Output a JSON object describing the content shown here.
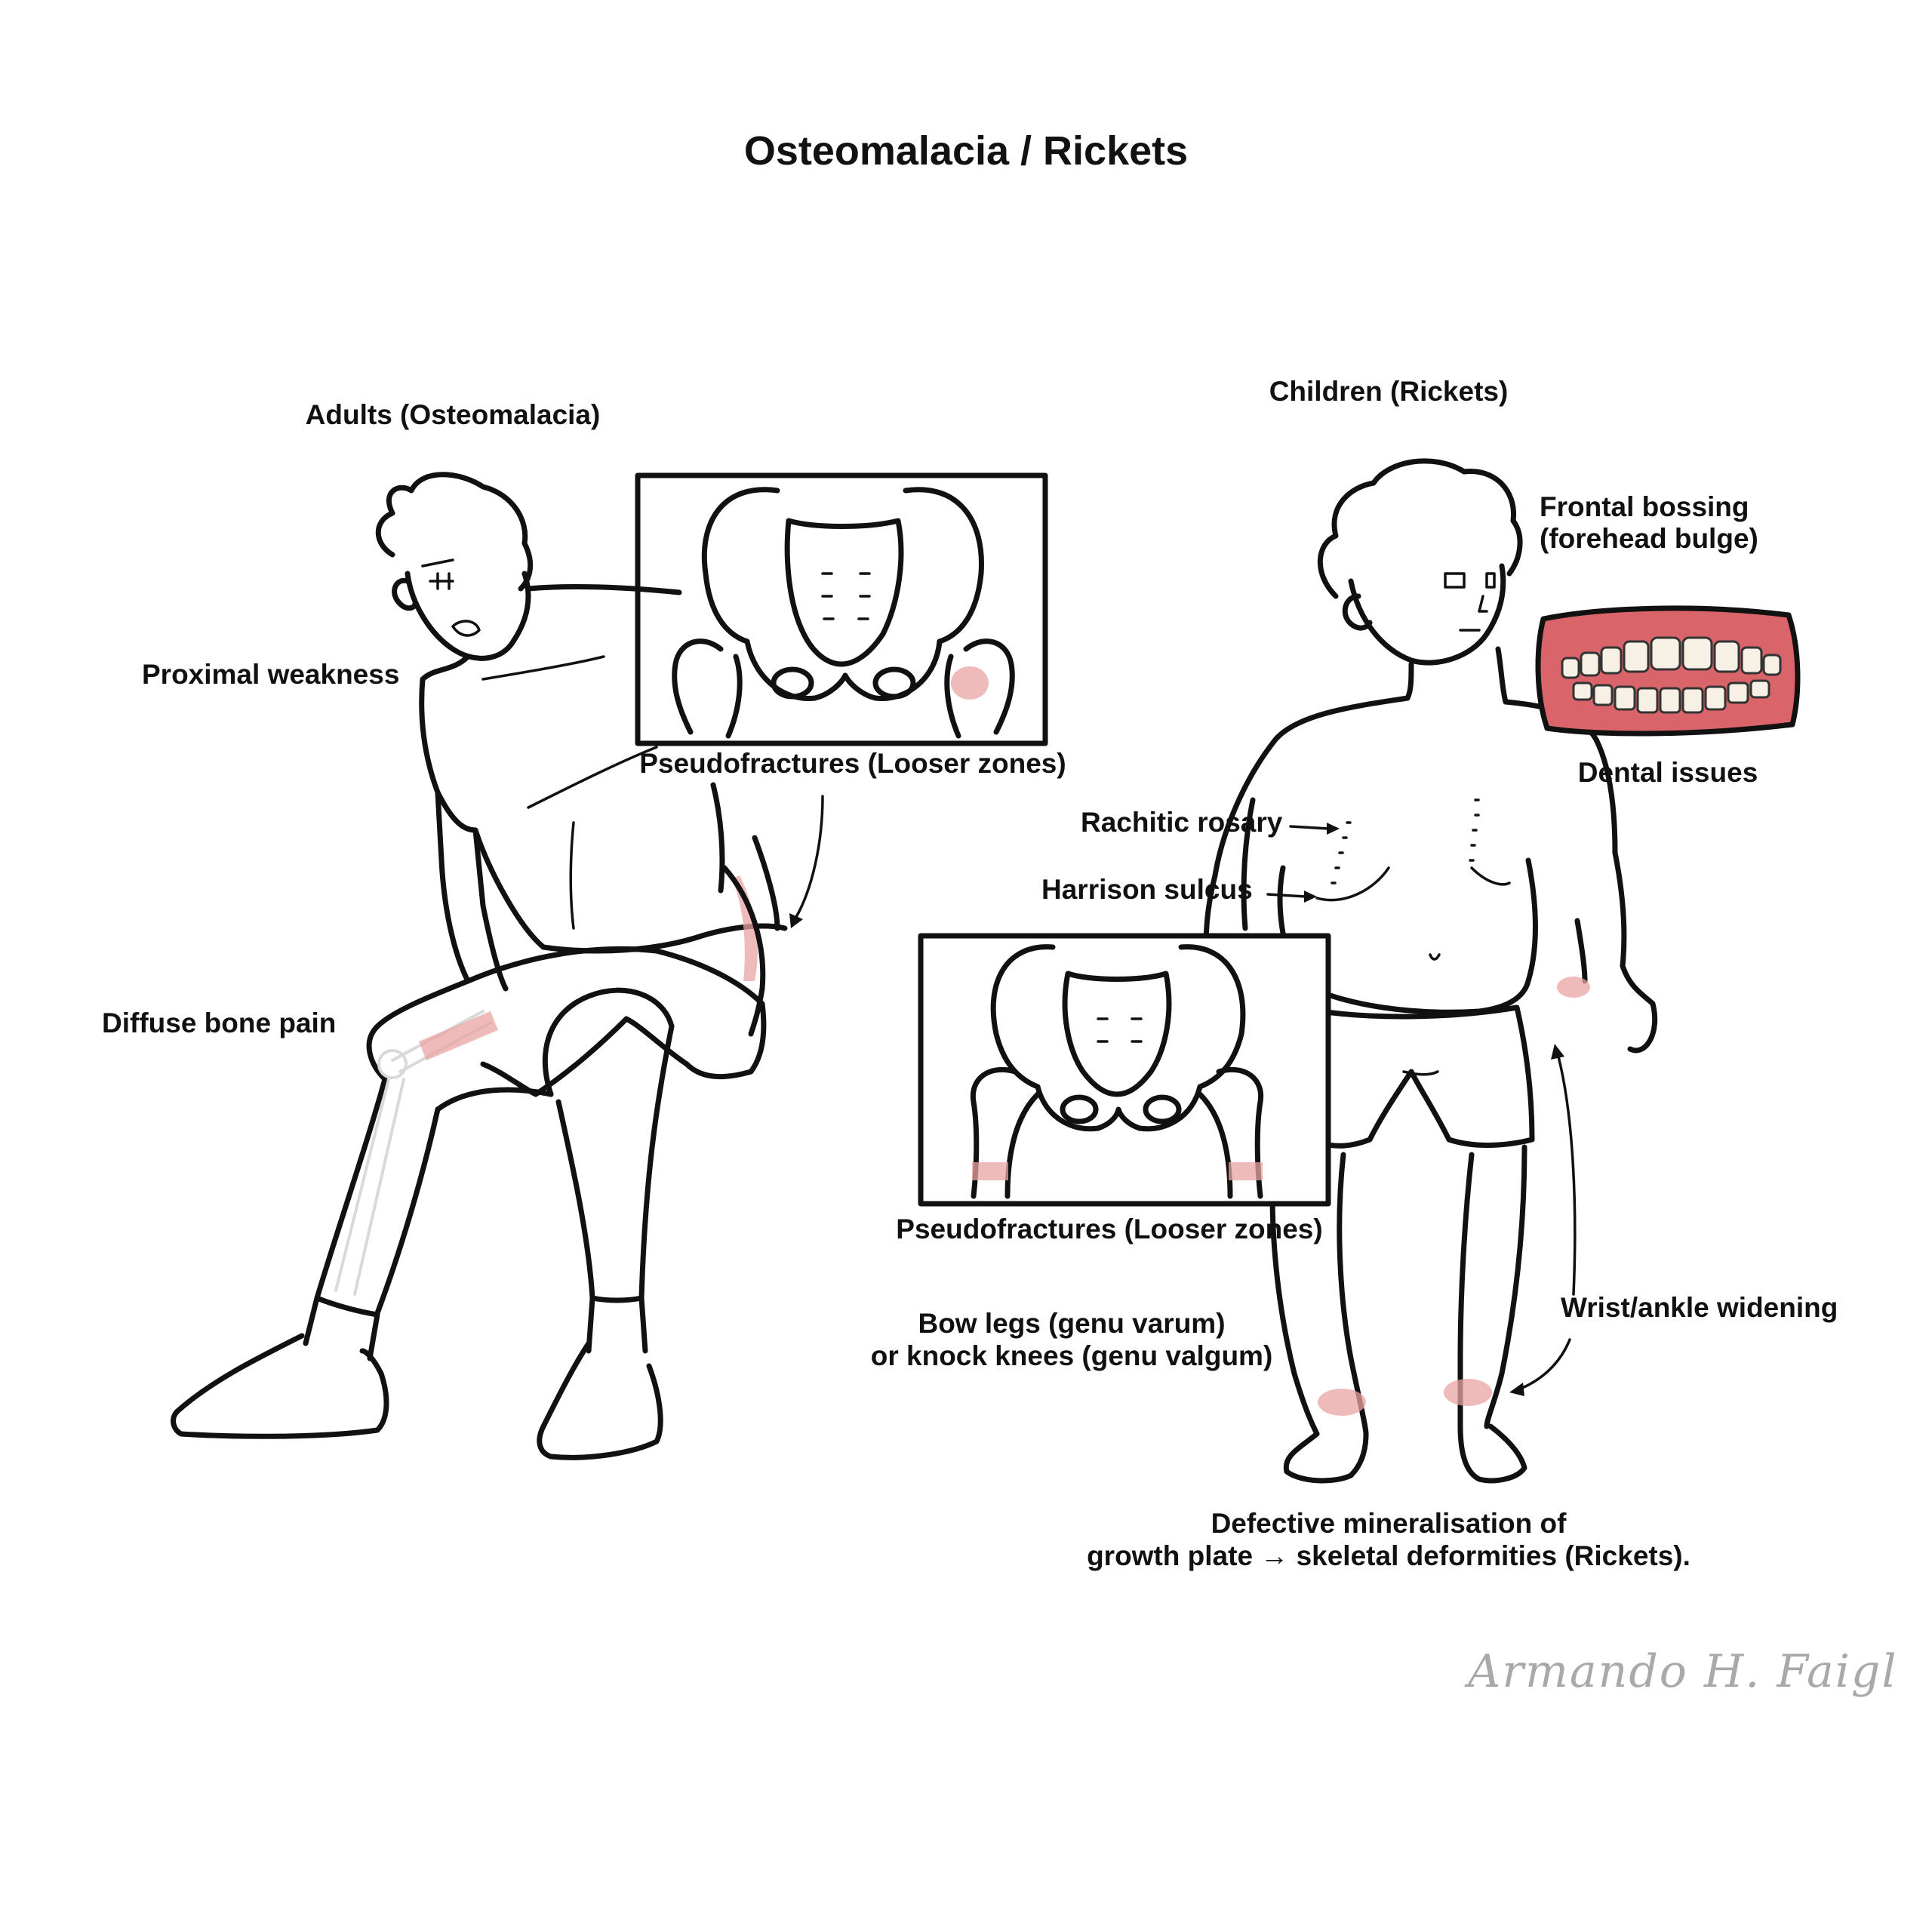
{
  "title": "Osteomalacia / Rickets",
  "adults": {
    "heading": "Adults (Osteomalacia)",
    "proximal_weakness": "Proximal weakness",
    "diffuse_bone_pain": "Diffuse bone pain",
    "pseudofractures": "Pseudofractures (Looser zones)"
  },
  "children": {
    "heading": "Children (Rickets)",
    "frontal_bossing_line1": "Frontal bossing",
    "frontal_bossing_line2": "(forehead bulge)",
    "dental_issues": "Dental issues",
    "rachitic_rosary": "Rachitic rosary",
    "harrison_sulcus": "Harrison sulcus",
    "pseudofractures": "Pseudofractures (Looser zones)",
    "bow_legs_line1": "Bow legs (genu varum)",
    "bow_legs_line2": "or knock knees (genu valgum)",
    "wrist_ankle": "Wrist/ankle widening",
    "defective_line1": "Defective mineralisation of",
    "defective_line2": "growth plate → skeletal deformities (Rickets)."
  },
  "signature": "Armando H. Faigl",
  "colors": {
    "ink": "#111111",
    "pain_highlight": "#e8a3a3",
    "gum": "#d9646a",
    "signature": "#a9a9a9"
  }
}
